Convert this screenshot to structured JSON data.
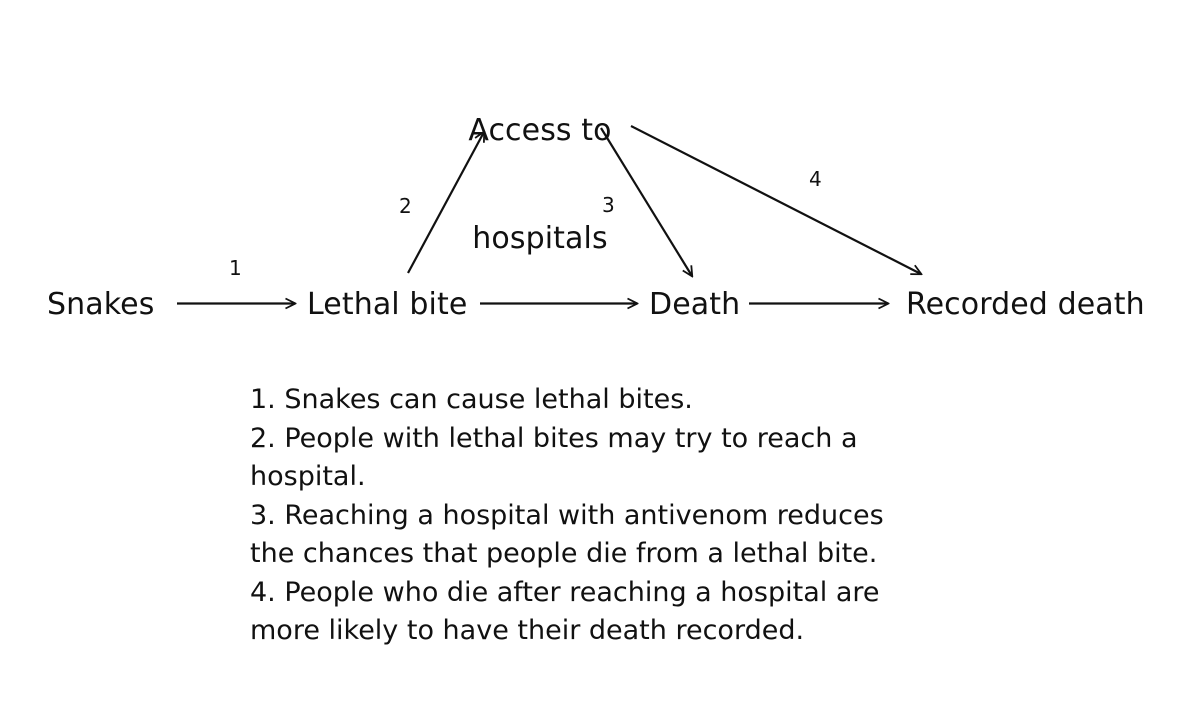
{
  "diagram": {
    "title_text": "",
    "nodes": [
      {
        "id": "snakes",
        "label": "Snakes"
      },
      {
        "id": "lethal-bite",
        "label": "Lethal bite"
      },
      {
        "id": "death",
        "label": "Death"
      },
      {
        "id": "recorded-death",
        "label": "Recorded death"
      },
      {
        "id": "access-line1",
        "label": "Access to"
      },
      {
        "id": "access-line2",
        "label": "hospitals"
      }
    ],
    "edges": [
      {
        "id": "edge-1",
        "number": "1",
        "from": "Snakes",
        "to": "Lethal bite"
      },
      {
        "id": "edge-2",
        "number": "2",
        "from": "Lethal bite",
        "to": "Access to hospitals"
      },
      {
        "id": "edge-3",
        "number": "3",
        "from": "Access to hospitals",
        "to": "Death"
      },
      {
        "id": "edge-4",
        "number": "4",
        "from": "Access to hospitals",
        "to": "Recorded death"
      },
      {
        "id": "edge-bite-death",
        "number": "",
        "from": "Lethal bite",
        "to": "Death"
      },
      {
        "id": "edge-death-record",
        "number": "",
        "from": "Death",
        "to": "Recorded death"
      }
    ],
    "stroke_color": "#111111",
    "background_color": "#ffffff"
  },
  "legend": {
    "lines": [
      "1. Snakes can cause lethal bites.",
      "2. People with lethal bites may try to reach a",
      "hospital.",
      "3. Reaching a hospital with antivenom reduces",
      "the chances that people die from a lethal bite.",
      "4. People who die after reaching a hospital are",
      "more likely to have their death recorded."
    ]
  }
}
